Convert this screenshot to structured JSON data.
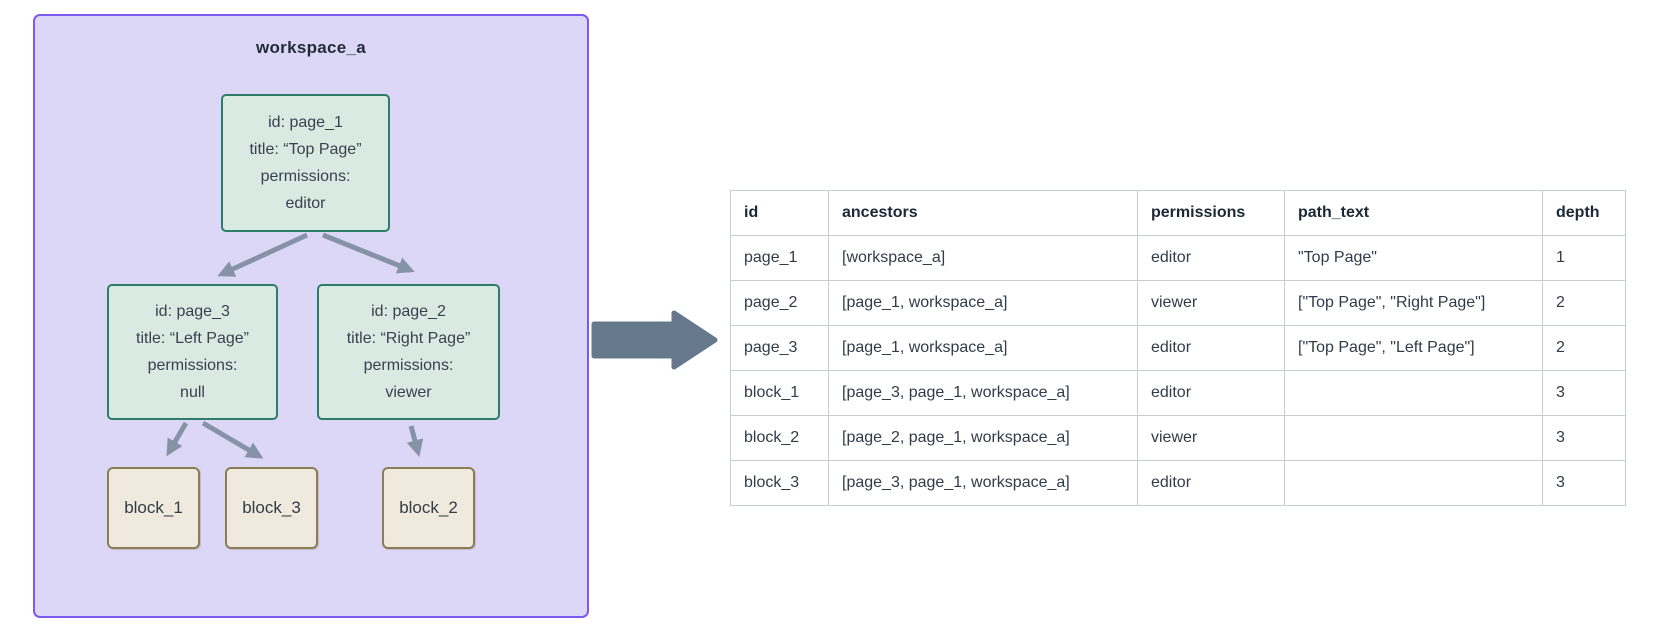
{
  "tree": {
    "workspace_label": "workspace_a",
    "page_1": {
      "lines": [
        "id: page_1",
        "title: “Top Page”",
        "permissions:",
        "editor"
      ]
    },
    "page_3": {
      "lines": [
        "id: page_3",
        "title: “Left Page”",
        "permissions:",
        "null"
      ]
    },
    "page_2": {
      "lines": [
        "id: page_2",
        "title: “Right Page”",
        "permissions:",
        "viewer"
      ]
    },
    "block_1": {
      "label": "block_1"
    },
    "block_3": {
      "label": "block_3"
    },
    "block_2": {
      "label": "block_2"
    }
  },
  "table": {
    "headers": [
      "id",
      "ancestors",
      "permissions",
      "path_text",
      "depth"
    ],
    "rows": [
      [
        "page_1",
        "[workspace_a]",
        "editor",
        "\"Top Page\"",
        "1"
      ],
      [
        "page_2",
        "[page_1, workspace_a]",
        "viewer",
        "[\"Top Page\", \"Right Page\"]",
        "2"
      ],
      [
        "page_3",
        "[page_1, workspace_a]",
        "editor",
        "[\"Top Page\", \"Left Page\"]",
        "2"
      ],
      [
        "block_1",
        "[page_3, page_1, workspace_a]",
        "editor",
        "",
        "3"
      ],
      [
        "block_2",
        "[page_2, page_1, workspace_a]",
        "viewer",
        "",
        "3"
      ],
      [
        "block_3",
        "[page_3, page_1, workspace_a]",
        "editor",
        "",
        "3"
      ]
    ]
  },
  "colors": {
    "workspace_fill": "#dcd7f6",
    "workspace_border": "#7a5af0",
    "page_fill": "#d8eae1",
    "page_border": "#2e7d69",
    "block_fill": "#efeadd",
    "block_border": "#8b7d56",
    "tree_arrow": "#8693a6",
    "transform_arrow": "#66798c",
    "table_border": "#c6cdd5",
    "header_text": "#1d2837"
  }
}
